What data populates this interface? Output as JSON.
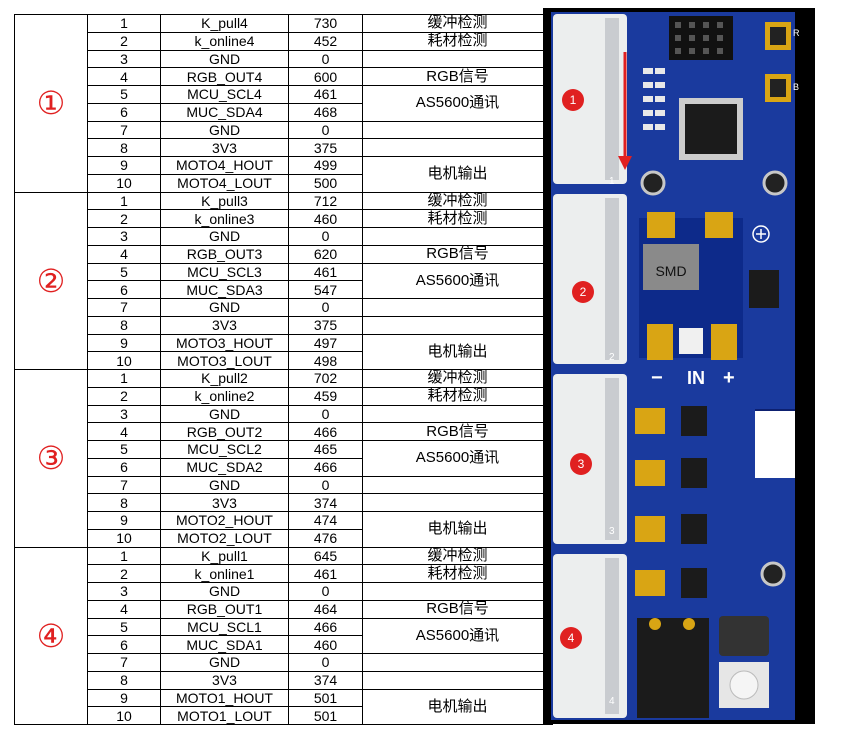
{
  "groups": [
    {
      "label": "①",
      "pins": [
        {
          "n": "1",
          "name": "K_pull4",
          "val": "730"
        },
        {
          "n": "2",
          "name": "k_online4",
          "val": "452"
        },
        {
          "n": "3",
          "name": "GND",
          "val": "0"
        },
        {
          "n": "4",
          "name": "RGB_OUT4",
          "val": "600"
        },
        {
          "n": "5",
          "name": "MCU_SCL4",
          "val": "461"
        },
        {
          "n": "6",
          "name": "MUC_SDA4",
          "val": "468"
        },
        {
          "n": "7",
          "name": "GND",
          "val": "0"
        },
        {
          "n": "8",
          "name": "3V3",
          "val": "375"
        },
        {
          "n": "9",
          "name": "MOTO4_HOUT",
          "val": "499"
        },
        {
          "n": "10",
          "name": "MOTO4_LOUT",
          "val": "500"
        }
      ]
    },
    {
      "label": "②",
      "pins": [
        {
          "n": "1",
          "name": "K_pull3",
          "val": "712"
        },
        {
          "n": "2",
          "name": "k_online3",
          "val": "460"
        },
        {
          "n": "3",
          "name": "GND",
          "val": "0"
        },
        {
          "n": "4",
          "name": "RGB_OUT3",
          "val": "620"
        },
        {
          "n": "5",
          "name": "MCU_SCL3",
          "val": "461"
        },
        {
          "n": "6",
          "name": "MUC_SDA3",
          "val": "547"
        },
        {
          "n": "7",
          "name": "GND",
          "val": "0"
        },
        {
          "n": "8",
          "name": "3V3",
          "val": "375"
        },
        {
          "n": "9",
          "name": "MOTO3_HOUT",
          "val": "497"
        },
        {
          "n": "10",
          "name": "MOTO3_LOUT",
          "val": "498"
        }
      ]
    },
    {
      "label": "③",
      "pins": [
        {
          "n": "1",
          "name": "K_pull2",
          "val": "702"
        },
        {
          "n": "2",
          "name": "k_online2",
          "val": "459"
        },
        {
          "n": "3",
          "name": "GND",
          "val": "0"
        },
        {
          "n": "4",
          "name": "RGB_OUT2",
          "val": "466"
        },
        {
          "n": "5",
          "name": "MCU_SCL2",
          "val": "465"
        },
        {
          "n": "6",
          "name": "MUC_SDA2",
          "val": "466"
        },
        {
          "n": "7",
          "name": "GND",
          "val": "0"
        },
        {
          "n": "8",
          "name": "3V3",
          "val": "374"
        },
        {
          "n": "9",
          "name": "MOTO2_HOUT",
          "val": "474"
        },
        {
          "n": "10",
          "name": "MOTO2_LOUT",
          "val": "476"
        }
      ]
    },
    {
      "label": "④",
      "pins": [
        {
          "n": "1",
          "name": "K_pull1",
          "val": "645"
        },
        {
          "n": "2",
          "name": "k_online1",
          "val": "461"
        },
        {
          "n": "3",
          "name": "GND",
          "val": "0"
        },
        {
          "n": "4",
          "name": "RGB_OUT1",
          "val": "464"
        },
        {
          "n": "5",
          "name": "MCU_SCL1",
          "val": "466"
        },
        {
          "n": "6",
          "name": "MUC_SDA1",
          "val": "460"
        },
        {
          "n": "7",
          "name": "GND",
          "val": "0"
        },
        {
          "n": "8",
          "name": "3V3",
          "val": "374"
        },
        {
          "n": "9",
          "name": "MOTO1_HOUT",
          "val": "501"
        },
        {
          "n": "10",
          "name": "MOTO1_LOUT",
          "val": "501"
        }
      ]
    }
  ],
  "functions": {
    "buffer_detect": "缓冲检测",
    "filament_detect": "耗材检测",
    "rgb_signal": "RGB信号",
    "as5600_comm": "AS5600通讯",
    "motor_output": "电机输出"
  },
  "board": {
    "port_labels": [
      "1",
      "2",
      "3",
      "4"
    ],
    "connector_numbers": [
      "1",
      "2",
      "3",
      "4"
    ],
    "smd_label": "SMD",
    "pwr_labels": [
      "−",
      "IN",
      "+"
    ],
    "button_labels": [
      "R",
      "B"
    ],
    "colors": {
      "pcb": "#1a3a9e",
      "pcb_dark": "#0d2070",
      "copper": "#d9a514",
      "port_red": "#e02020"
    }
  }
}
